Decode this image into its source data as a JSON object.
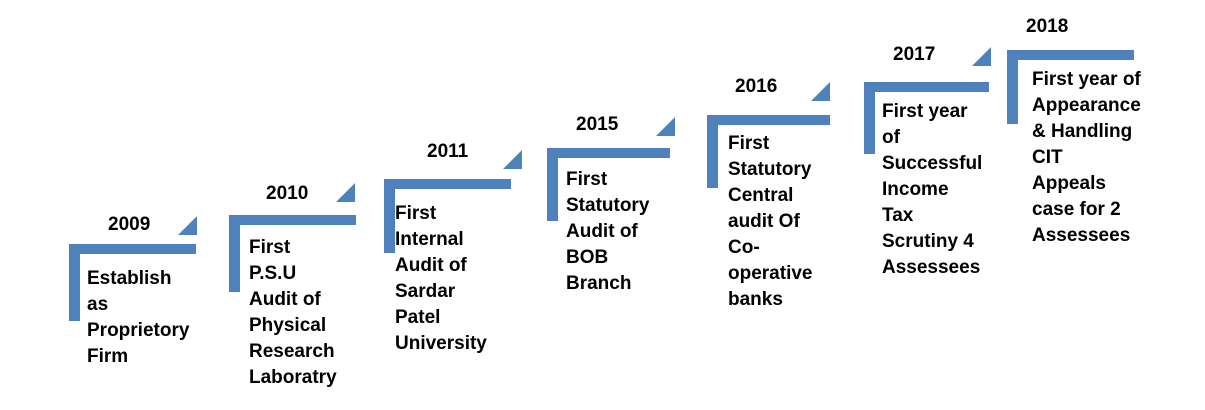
{
  "accent_color": "#4F81BD",
  "milestones": [
    {
      "year": "2009",
      "text": "Establish as\nProprietory\nFirm"
    },
    {
      "year": "2010",
      "text": "First P.S.U\nAudit of\nPhysical\nResearch\nLaboratry"
    },
    {
      "year": "2011",
      "text": "First Internal\nAudit of\nSardar Patel\nUniversity"
    },
    {
      "year": "2015",
      "text": "First\nStatutory\nAudit of\nBOB\nBranch"
    },
    {
      "year": "2016",
      "text": "First\nStatutory\nCentral\naudit Of\nCo-\noperative\nbanks"
    },
    {
      "year": "2017",
      "text": "First year\nof\nSuccessful\nIncome\nTax\nScrutiny 4\nAssessees"
    },
    {
      "year": "2018",
      "text": "First year of\nAppearance\n& Handling\nCIT Appeals\ncase for  2\nAssessees"
    }
  ]
}
